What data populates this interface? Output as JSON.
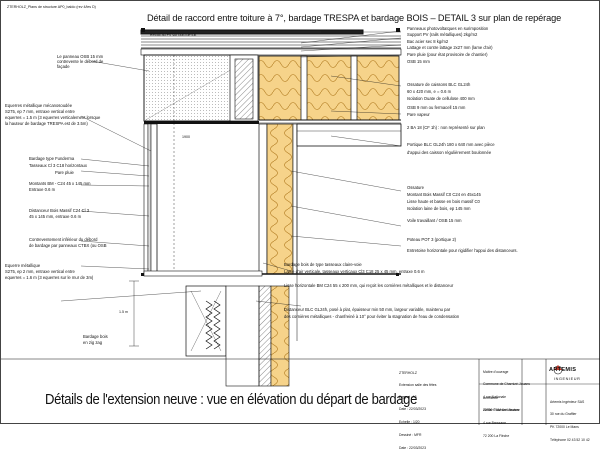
{
  "sheet_ref": "ZTERHOLZ_Plans de structure AP0_baldo (rev 4/les D)",
  "title": "Détail de raccord entre toiture à 7°, bardage TRESPA et bardage BOIS – DETAIL 3 sur plan de repérage",
  "main_title": "Détails de l'extension neuve : vue en élévation du départ de bardage",
  "left_labels": [
    {
      "id": "osb-panel",
      "lines": [
        "Le panneau OSB 15 mm",
        "contrevente le débord de",
        "façade"
      ]
    },
    {
      "id": "metal-bracket",
      "lines": [
        "Equerres métallique mécanosoudée",
        "S275, ep 7 mm, entraxe vertical entre",
        "equerres = 1.5 m (3 equerres verticalement lorsque",
        "la hauteur de bardage TRESPA est de 3.5m)"
      ]
    },
    {
      "id": "funderma",
      "lines": [
        "Bardage type Funderma",
        "Tasseaux Cl 3 C18 horizontaux",
        "Pare pluie"
      ]
    },
    {
      "id": "upright",
      "lines": [
        "Montants BM - C24 45 x 145 mm",
        "Entraxe 0.6 m"
      ]
    },
    {
      "id": "spacer",
      "lines": [
        "Distanceur Bois Massif  C24 Cl 3",
        "45 x 145 mm, entraxe 0.6 m"
      ]
    },
    {
      "id": "lower-brace",
      "lines": [
        "Contreventement inférieur du débord",
        "de bardage par panneaux CTBX (ou OSB"
      ]
    },
    {
      "id": "bracket-2",
      "lines": [
        "Equerre métallique",
        "S275, ep 2 mm, entraxe vertical entre",
        "equerres = 1.6 m (3 equerres sur le mur de 3m)"
      ]
    },
    {
      "id": "zigzag",
      "lines": [
        "Bardage bois",
        "en zig zag"
      ]
    }
  ],
  "top_labels": [
    {
      "id": "rim",
      "lines": [
        "Retrait au PV sur bord de toit"
      ]
    },
    {
      "id": "pv",
      "lines": [
        "Panneaux photovoltaïques en surimposition",
        "Support PV (rails métalliques) 2kg/m2",
        "Bac acier sec 8 kg/m2",
        "Lattage et contre lattage  2x27 mm (lame d'air)",
        "Pare pluie (pour état provisoire de chantier)",
        "OSB 15 mm"
      ]
    }
  ],
  "right_labels": [
    {
      "id": "caisson",
      "lines": [
        "Ossature de caissons BLC GL24h",
        "60 x 420 mm, e = 0.6 m",
        "Isolation Ouate de cellulose 400 mm",
        "OSB 9 mm ou fermacell 15 mm",
        "Pare vapeur"
      ]
    },
    {
      "id": "wall-ref",
      "lines": [
        "2 BA 18 (CF 1h) : non représenté sur plan"
      ]
    },
    {
      "id": "portique",
      "lines": [
        "Portique BLC GL24h 180 x 640 mm avec pièce",
        "d'appui des caisson régulièrement boulonnée"
      ]
    },
    {
      "id": "wall-frame",
      "lines": [
        "Ossature",
        "Montant Bois Massif C0 C24 en 45x145",
        "Lisse haute et basse en bois massif C0",
        "Isolation laine de bois, ep 145 mm",
        "Voile travaillant / OSB 15 mm"
      ]
    },
    {
      "id": "post",
      "lines": [
        "Poteau POT 3 (portique 2)",
        "Entretoise horizontale pour rigidifier l'appui des distanceurs."
      ]
    },
    {
      "id": "cladding-slats",
      "lines": [
        "Bardage bois de type tasseaux claire-voie",
        "Lame d'air verticale, tasseaux verticaux Cl3 C18 25 x 45 mm, entraxe 0.6 m"
      ]
    },
    {
      "id": "lisse-h",
      "lines": [
        "Lisse horizontale BM C24 55 x 200 mm, qui reçoit les cornières métalliques et le distanceur"
      ]
    },
    {
      "id": "spacer-blc",
      "lines": [
        "Distanceur BLC GL24h, posé à plat, épaisseur min 50 mm, largeur variable, maintenu par",
        "des cornières métalliques - chanfreiné à 10° pour éviter la stagnation de l'eau de condensation"
      ]
    }
  ],
  "dims": [
    "1900",
    "1.5 m"
  ],
  "cartouche": {
    "left_col": [
      "ZTERHOLZ",
      "Extension salle des fêtes",
      "DCE"
    ],
    "fields": [
      "Format : A3",
      "Date : 22/03/2023",
      "Echelle : 1/20",
      "Dessiné : MFR",
      "Date : 22/03/2023"
    ],
    "moa": [
      "Maître d'ouvrage",
      "Commune de Charnizé-Jouans",
      "4 rue Nationale",
      "72390 Charnizé-Jouans",
      "Architecte",
      "Atelier PUM Architecture",
      "4 rue Bressane",
      "72 200 La Flèche"
    ],
    "company": [
      "ARTEMIS",
      "INGENIEUR"
    ],
    "address": [
      "Artemis Ingénieur SAS",
      "30 rue du Graffier",
      "PK 72000 Le Mans",
      "Téléphone 02 43 52 10 42"
    ]
  },
  "colors": {
    "line": "#111111",
    "insul": "#f4c978",
    "beam_hatch": "#666666",
    "accent_red": "#c0392b"
  }
}
